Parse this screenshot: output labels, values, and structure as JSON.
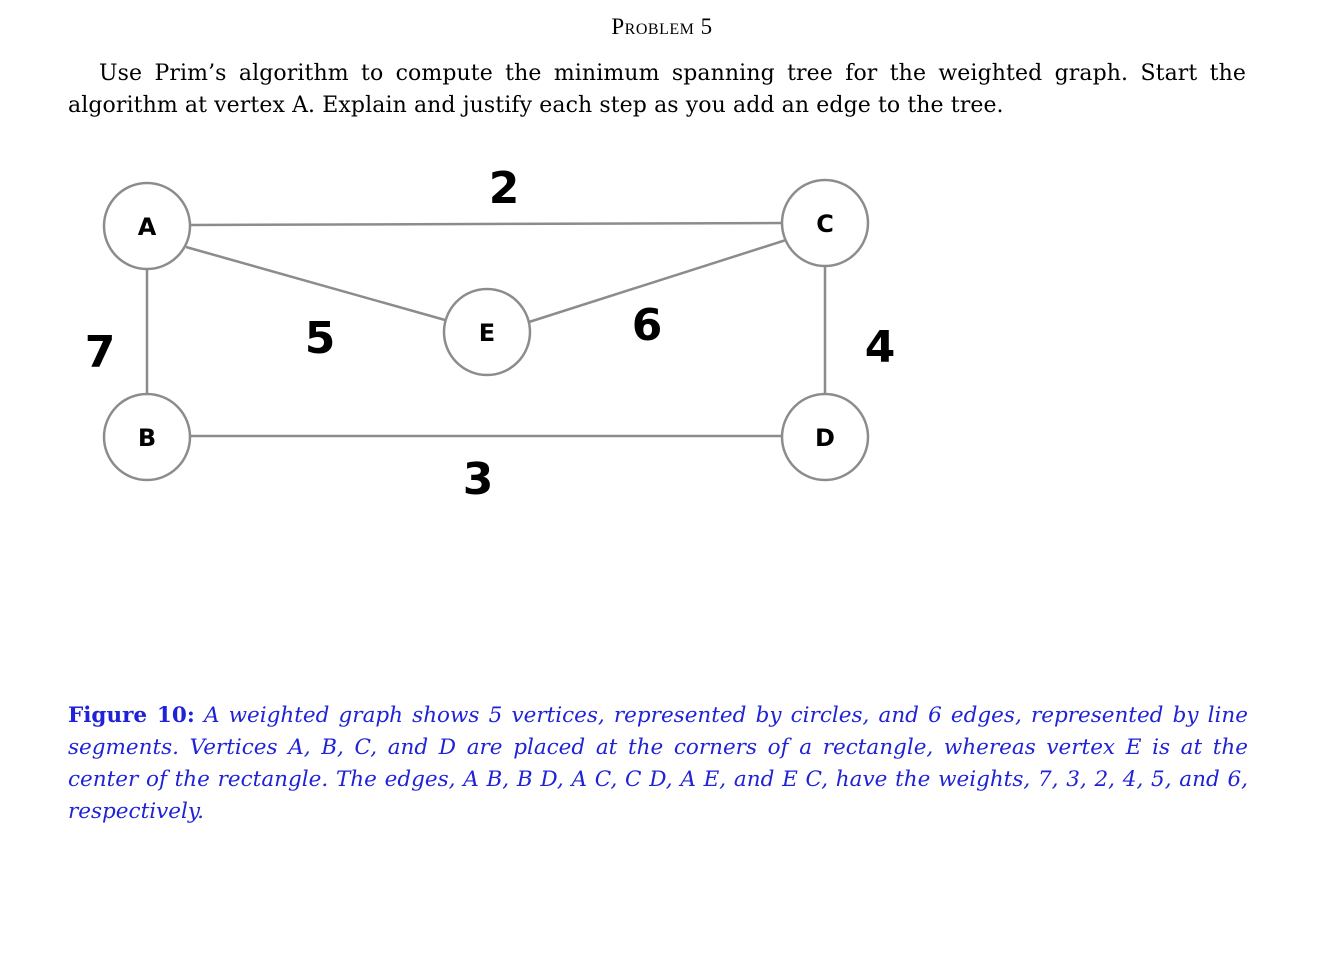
{
  "problem": {
    "title": "Problem 5",
    "text": "Use Prim’s algorithm to compute the minimum spanning tree for the weighted graph. Start the algorithm at vertex A. Explain and justify each step as you add an edge to the tree."
  },
  "graph": {
    "vertices": [
      {
        "id": "A",
        "label": "A"
      },
      {
        "id": "B",
        "label": "B"
      },
      {
        "id": "C",
        "label": "C"
      },
      {
        "id": "D",
        "label": "D"
      },
      {
        "id": "E",
        "label": "E"
      }
    ],
    "edges": [
      {
        "from": "A",
        "to": "B",
        "weight": "7"
      },
      {
        "from": "B",
        "to": "D",
        "weight": "3"
      },
      {
        "from": "A",
        "to": "C",
        "weight": "2"
      },
      {
        "from": "C",
        "to": "D",
        "weight": "4"
      },
      {
        "from": "A",
        "to": "E",
        "weight": "5"
      },
      {
        "from": "E",
        "to": "C",
        "weight": "6"
      }
    ]
  },
  "caption": {
    "label": "Figure 10:",
    "text": "A weighted graph shows 5 vertices, represented by circles, and 6 edges, represented by line segments. Vertices A, B, C, and D are placed at the corners of a rectangle, whereas vertex E is at the center of the rectangle. The edges, A B, B D, A C, C D, A E, and E C, have the weights, 7, 3, 2, 4, 5, and 6, respectively.",
    "color": "#1f22d6"
  }
}
